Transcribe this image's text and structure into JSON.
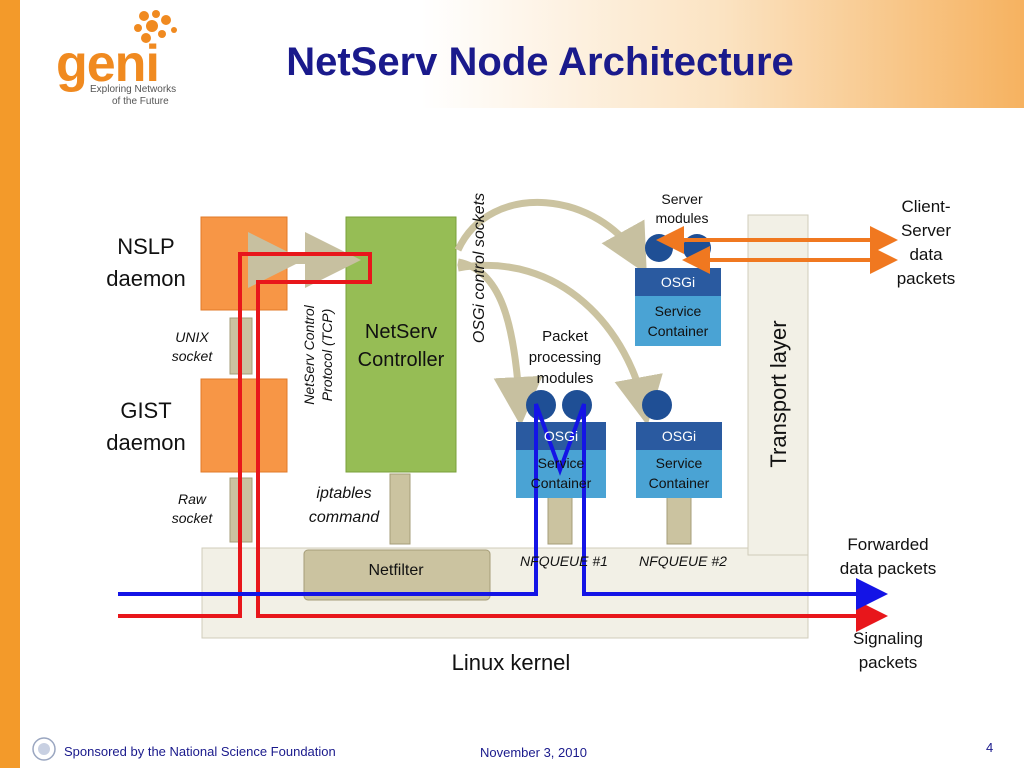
{
  "title": "NetServ Node Architecture",
  "logo": {
    "word": "geni",
    "tagline_1": "Exploring Networks",
    "tagline_2": "of the Future"
  },
  "footer": {
    "sponsor": "Sponsored by the National Science Foundation",
    "date": "November 3, 2010",
    "page": "4"
  },
  "diagram": {
    "nslp_1": "NSLP",
    "nslp_2": "daemon",
    "gist_1": "GIST",
    "gist_2": "daemon",
    "unix_1": "UNIX",
    "unix_2": "socket",
    "raw_1": "Raw",
    "raw_2": "socket",
    "ctrl_proto_1": "NetServ Control",
    "ctrl_proto_2": "Protocol (TCP)",
    "controller_1": "NetServ",
    "controller_2": "Controller",
    "osgi_sockets": "OSGi control sockets",
    "iptables_1": "iptables",
    "iptables_2": "command",
    "netfilter": "Netfilter",
    "server_mod_1": "Server",
    "server_mod_2": "modules",
    "packet_mod_1": "Packet",
    "packet_mod_2": "processing",
    "packet_mod_3": "modules",
    "osgi": "OSGi",
    "service_1": "Service",
    "service_2": "Container",
    "nfqueue1": "NFQUEUE #1",
    "nfqueue2": "NFQUEUE #2",
    "transport": "Transport layer",
    "linux_kernel": "Linux kernel",
    "client_1": "Client-",
    "client_2": "Server",
    "client_3": "data",
    "client_4": "packets",
    "forwarded_1": "Forwarded",
    "forwarded_2": "data packets",
    "signaling_1": "Signaling",
    "signaling_2": "packets"
  },
  "colors": {
    "brand_orange": "#f39a2a",
    "title_blue": "#1a1a8c",
    "signal_red": "#e8161b",
    "data_blue": "#1414e6",
    "controller_green": "#96bd55",
    "daemon_orange": "#f79646",
    "container_blue": "#4aa3d4"
  }
}
